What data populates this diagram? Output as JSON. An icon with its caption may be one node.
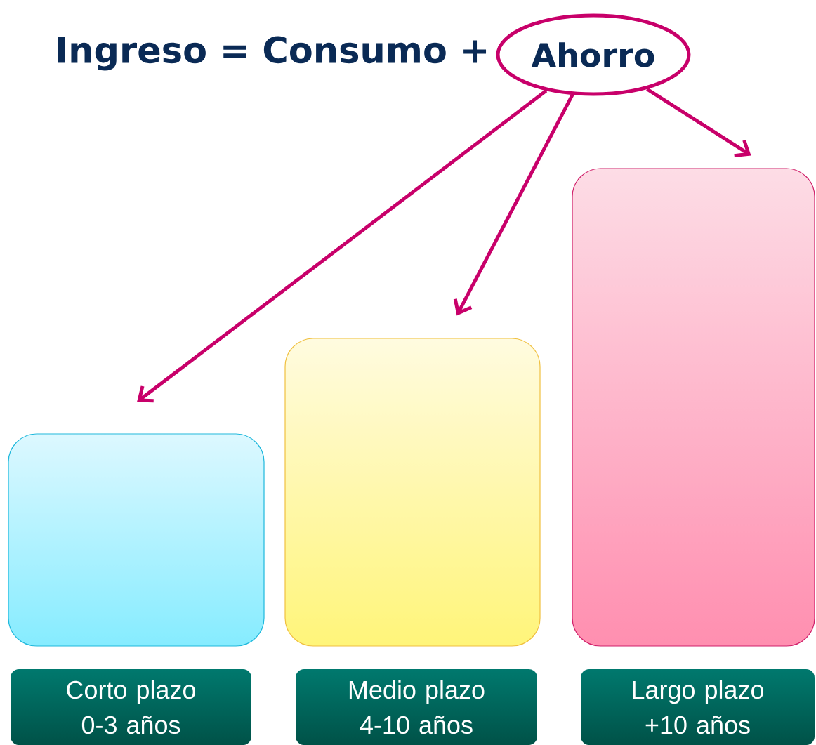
{
  "diagram": {
    "nodes": [
      {
        "text": [
          "Ahorro"
        ]
      },
      {
        "text": [],
        "shape": "box"
      },
      {
        "text": [],
        "shape": "box"
      },
      {
        "text": [],
        "shape": "box"
      },
      {
        "text": [
          "Corto plazo 0-3 años"
        ]
      },
      {
        "text": [
          "Medio plazo 4-10 años"
        ]
      },
      {
        "text": [
          "Largo plazo +10 años"
        ]
      }
    ],
    "edges": [
      {
        "from": 0,
        "to": 1,
        "arrow": "to"
      },
      {
        "from": 0,
        "to": 2,
        "arrow": "to"
      },
      {
        "from": 0,
        "to": 3,
        "arrow": "to"
      }
    ],
    "labels": [
      "Ingreso = Consumo +"
    ]
  }
}
